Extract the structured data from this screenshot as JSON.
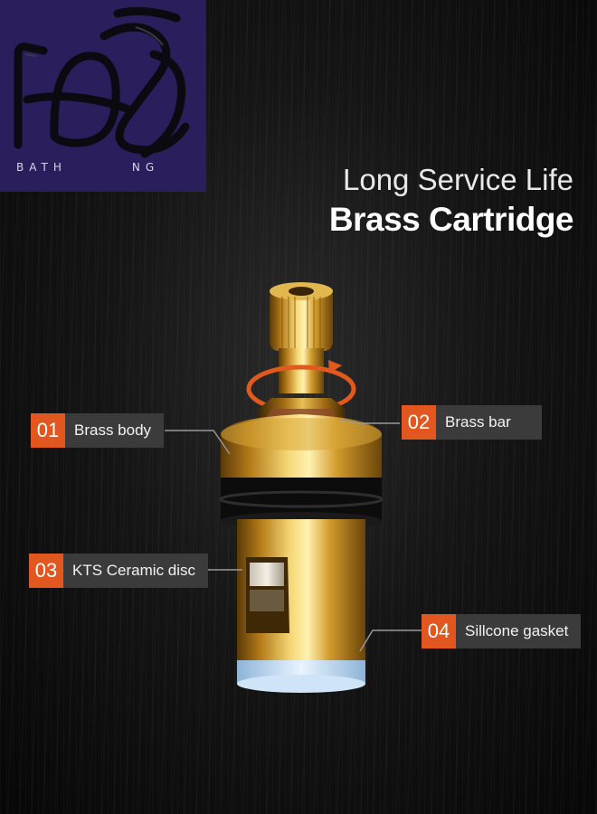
{
  "logo": {
    "tagline": "BATH",
    "tagline_suffix": "NG",
    "background_color": "#2a1f5c"
  },
  "headline": {
    "subtitle": "Long Service Life",
    "title": "Brass Cartridge"
  },
  "callouts": [
    {
      "number": "01",
      "label": "Brass body"
    },
    {
      "number": "02",
      "label": "Brass bar"
    },
    {
      "number": "03",
      "label": "KTS Ceramic disc"
    },
    {
      "number": "04",
      "label": "Sillcone gasket"
    }
  ],
  "colors": {
    "accent": "#e2561f",
    "label_bg": "#3b3b3b",
    "brass": "#c8952a"
  }
}
